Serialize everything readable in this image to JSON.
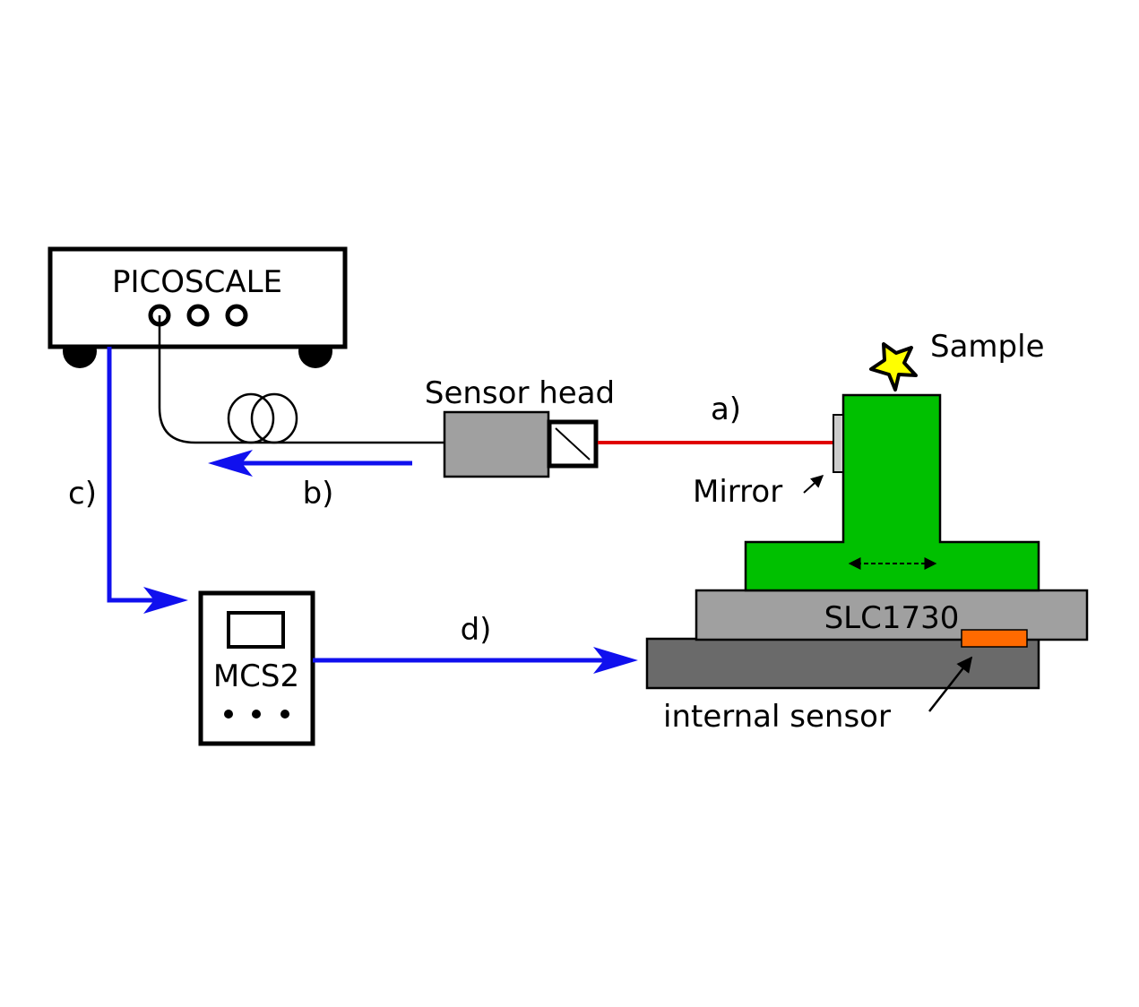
{
  "labels": {
    "picoscale": "PICOSCALE",
    "sensor_head": "Sensor head",
    "sample": "Sample",
    "mirror": "Mirror",
    "stage": "SLC1730",
    "internal_sensor": "internal sensor",
    "controller": "MCS2",
    "path_a": "a)",
    "path_b": "b)",
    "path_c": "c)",
    "path_d": "d)"
  },
  "colors": {
    "signal": "#1010ee",
    "laser": "#e00000",
    "stage_green": "#00c000",
    "stage_grey": "#a0a0a0",
    "base_grey": "#6a6a6a",
    "sensor_orange": "#ff6a00",
    "sample_star": "#ffff00",
    "sensor_head_grey": "#a0a0a0"
  },
  "icons": {
    "fiber_coil": "fiber-coil-icon",
    "sample": "star-icon",
    "beam_splitter": "beam-splitter-icon"
  }
}
